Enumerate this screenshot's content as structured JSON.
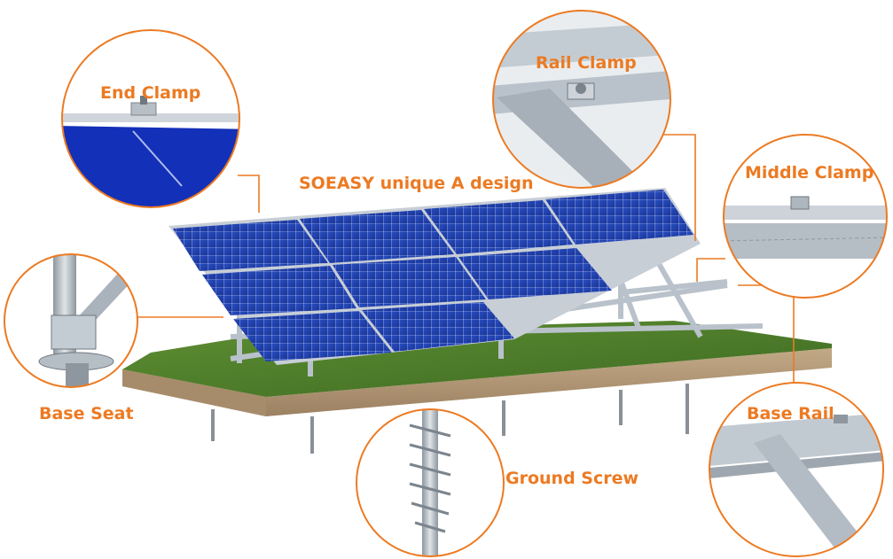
{
  "title": "SOEASY unique A design",
  "callouts": {
    "end_clamp": "End Clamp",
    "rail_clamp": "Rail Clamp",
    "middle_clamp": "Middle Clamp",
    "base_seat": "Base Seat",
    "base_rail": "Base Rail",
    "ground_screw": "Ground Screw"
  },
  "colors": {
    "accent": "#ec7a22",
    "panel": "#1f3fae",
    "panel_cell_line": "#c9d4f5",
    "frame": "#bfc7d0",
    "grass": "#4d7a2a",
    "soil": "#b39a7a",
    "steel": "#9aa3ab"
  }
}
